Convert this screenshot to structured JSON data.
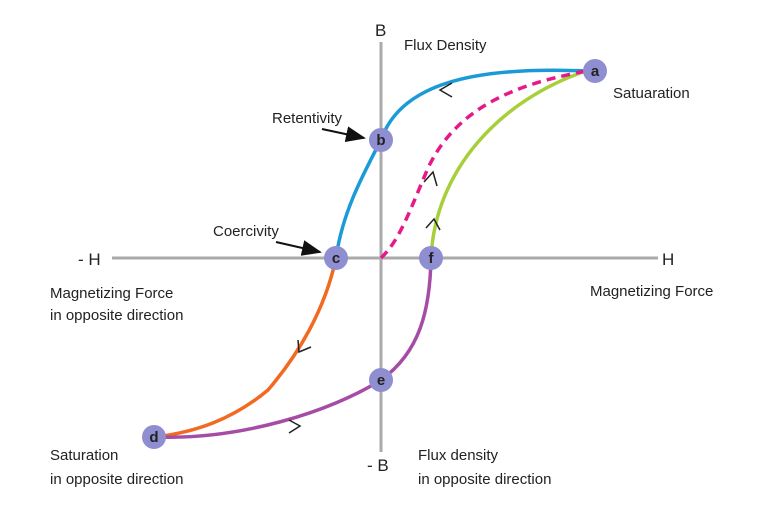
{
  "axes": {
    "h_positive": "H",
    "h_negative": "- H",
    "b_positive": "B",
    "b_negative": "- B"
  },
  "labels": {
    "flux_density": "Flux Density",
    "saturation": "Satuaration",
    "retentivity": "Retentivity",
    "coercivity": "Coercivity",
    "magnetizing_force": "Magnetizing Force",
    "mag_force_opposite_1": "Magnetizing Force",
    "mag_force_opposite_2": "in opposite direction",
    "saturation_opposite_1": "Saturation",
    "saturation_opposite_2": "in opposite direction",
    "flux_opposite_1": "Flux density",
    "flux_opposite_2": "in opposite direction"
  },
  "nodes": {
    "a": "a",
    "b": "b",
    "c": "c",
    "d": "d",
    "e": "e",
    "f": "f"
  },
  "colors": {
    "axis": "#aaaaaa",
    "curve_ab_c": "#1a9ad6",
    "curve_cd": "#f26a21",
    "curve_d_f": "#a64ca6",
    "curve_fa": "#a6cf38",
    "initial_curve": "#e6198a",
    "node_fill": "#8e8ed0"
  }
}
